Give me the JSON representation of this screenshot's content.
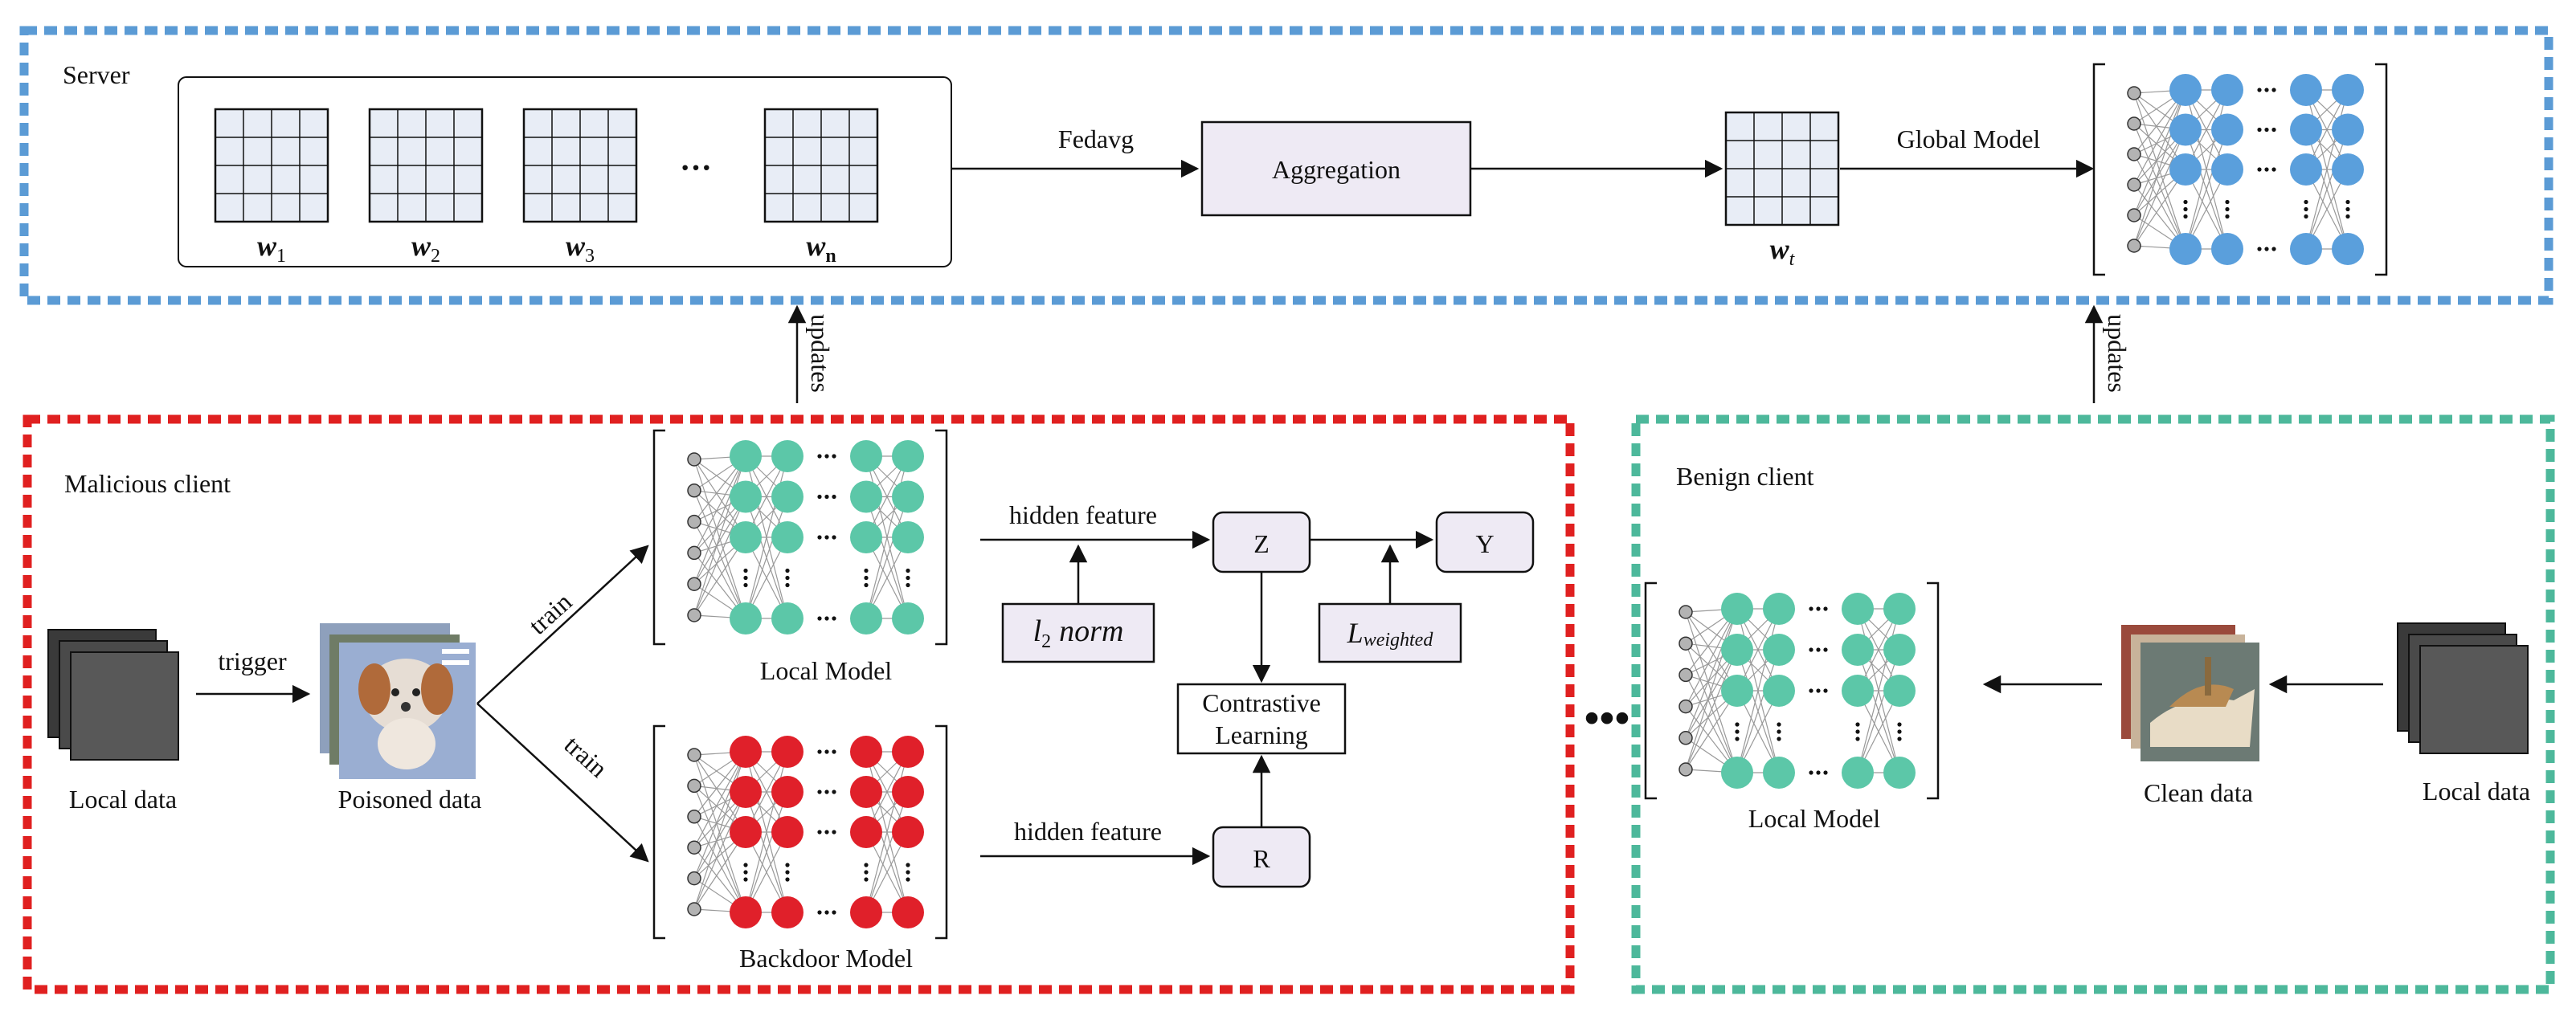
{
  "server": {
    "label": "Server",
    "weights": [
      "w",
      "w",
      "w",
      "w"
    ],
    "weight_subs": [
      "1",
      "2",
      "3",
      "n"
    ],
    "ellipsis": "···",
    "fedavg": "Fedavg",
    "aggregation": "Aggregation",
    "global_weight": "w",
    "global_weight_sub": "t",
    "global_model": "Global Model"
  },
  "updates_left": "updates",
  "updates_right": "updates",
  "malicious": {
    "label": "Malicious client",
    "local_data": "Local data",
    "trigger": "trigger",
    "poisoned_data": "Poisoned data",
    "train_top": "train",
    "train_bottom": "train",
    "local_model": "Local Model",
    "backdoor_model": "Backdoor Model",
    "hidden_feature_top": "hidden feature",
    "hidden_feature_bottom": "hidden feature",
    "l2_norm_prefix": "l",
    "l2_norm_sub": "2",
    "l2_norm_word": "norm",
    "z": "Z",
    "y": "Y",
    "r": "R",
    "l_weighted_main": "L",
    "l_weighted_sub": "weighted",
    "contrastive_line1": "Contrastive",
    "contrastive_line2": "Learning"
  },
  "between_ellipsis": "•••",
  "benign": {
    "label": "Benign client",
    "local_model": "Local Model",
    "clean_data": "Clean data",
    "local_data": "Local data"
  },
  "colors": {
    "server_border": "#5b9bd5",
    "malicious_border": "#e02020",
    "benign_border": "#4db89b",
    "blue_node": "#5a9fdc",
    "teal_node": "#5cc7a8",
    "red_node": "#e0202a",
    "gray_node": "#b3b3b3",
    "box_fill": "#eeeaf4",
    "grid_fill": "#e8edf6"
  }
}
